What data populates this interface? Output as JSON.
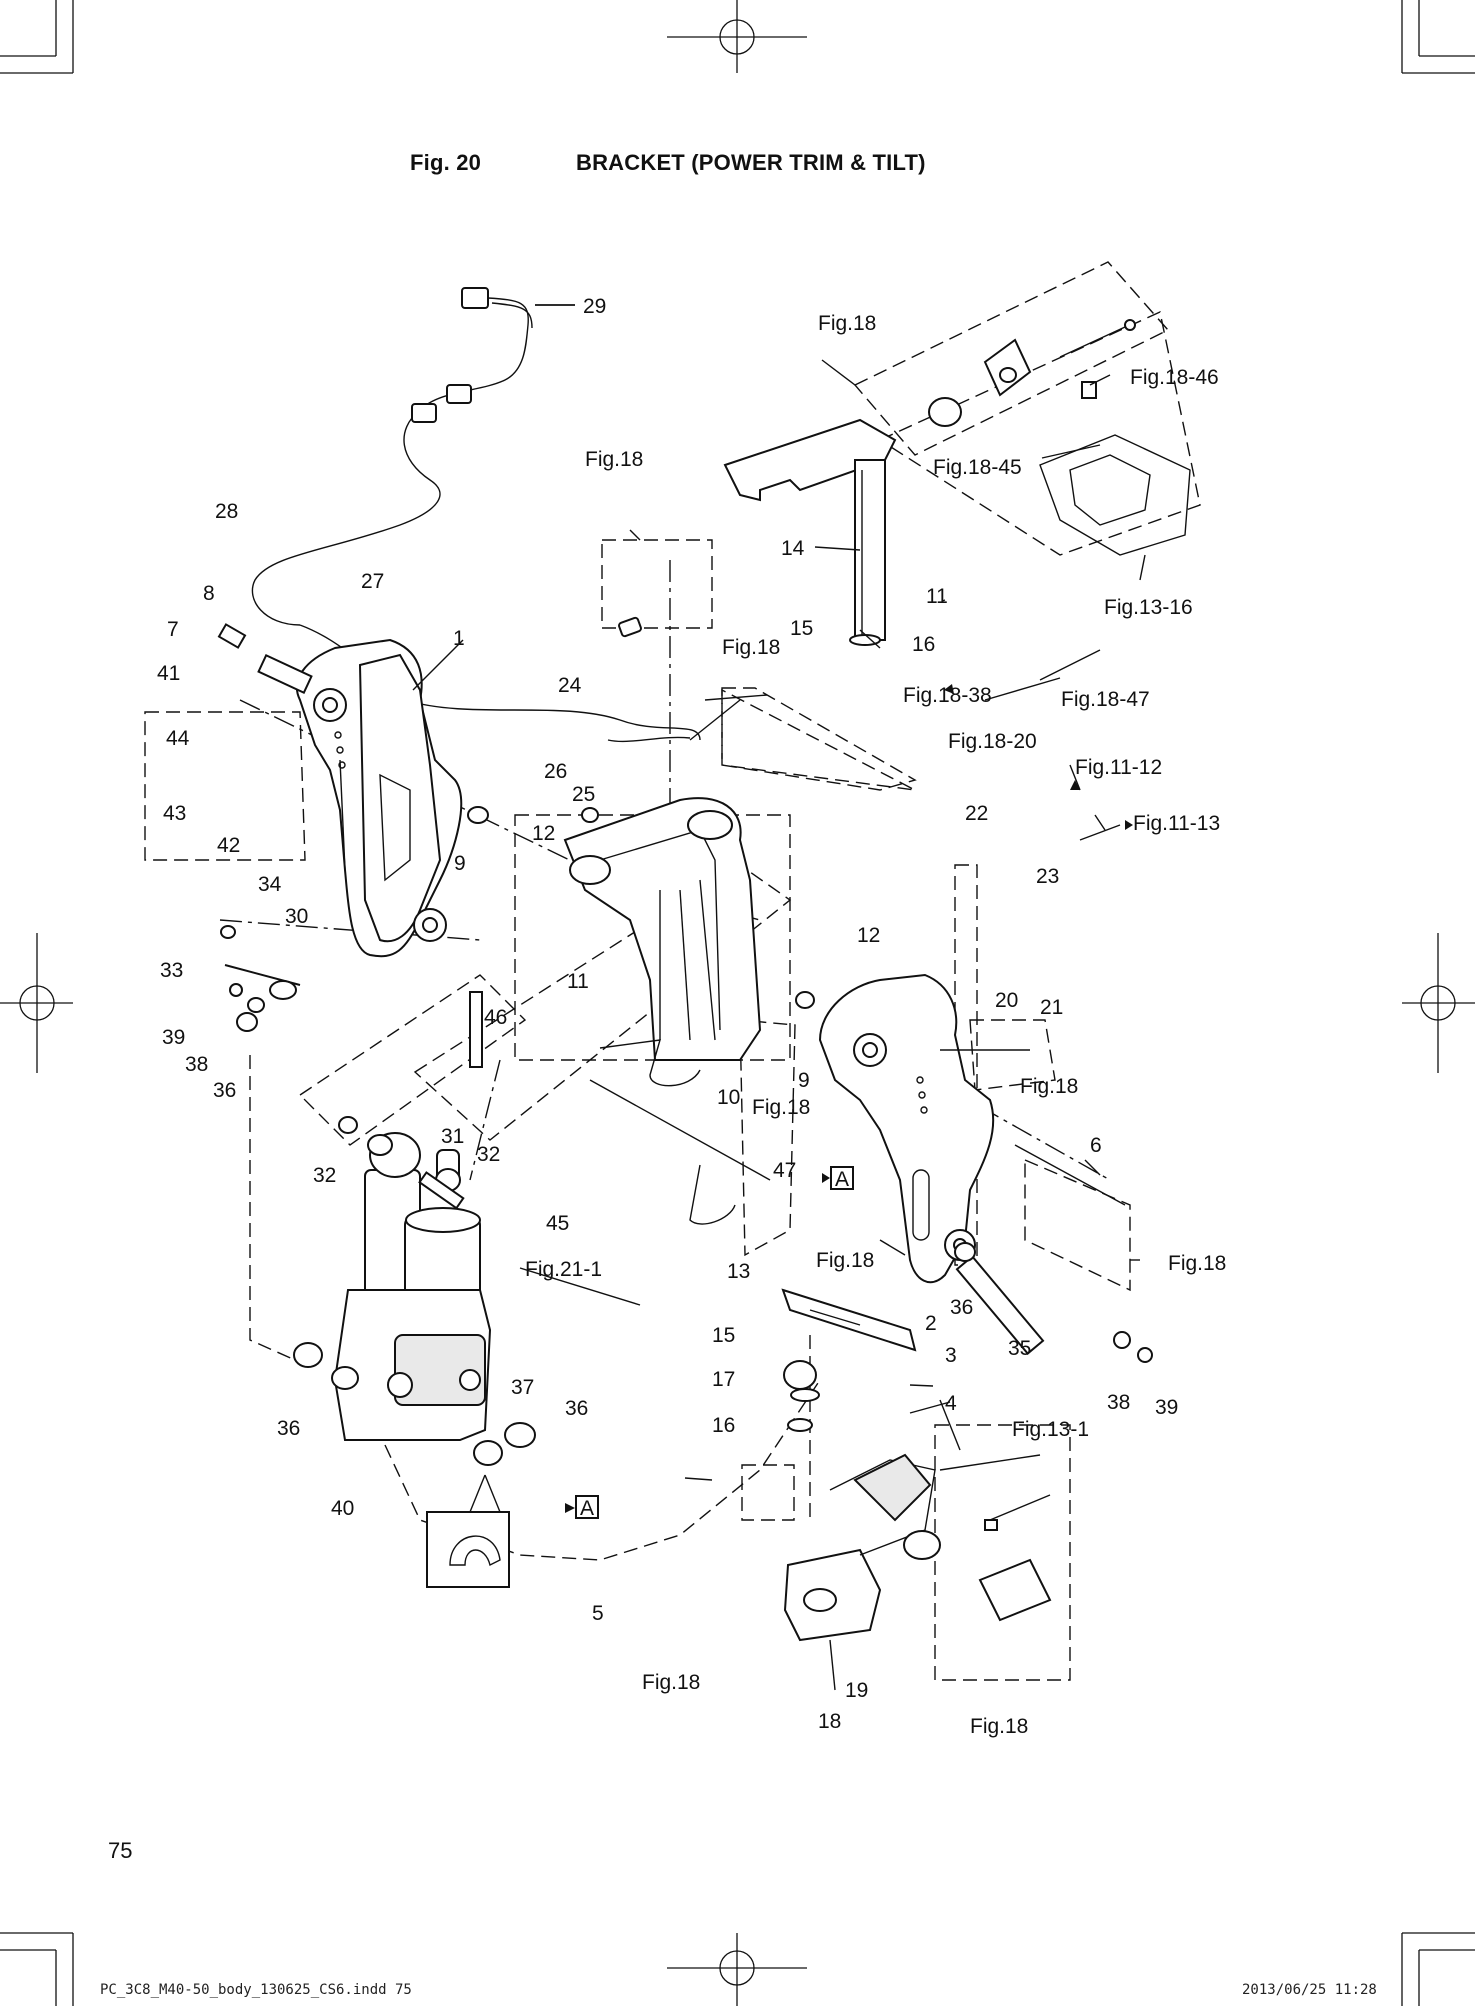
{
  "header": {
    "figure_number": "Fig. 20",
    "figure_title": "BRACKET (POWER TRIM & TILT)"
  },
  "callouts": {
    "c1": "1",
    "c2": "2",
    "c3": "3",
    "c4": "4",
    "c5": "5",
    "c6": "6",
    "c7": "7",
    "c8": "8",
    "c9a": "9",
    "c9b": "9",
    "c10": "10",
    "c11a": "11",
    "c11b": "11",
    "c12a": "12",
    "c12b": "12",
    "c13": "13",
    "c14": "14",
    "c15a": "15",
    "c15b": "15",
    "c16a": "16",
    "c16b": "16",
    "c17": "17",
    "c18": "18",
    "c19": "19",
    "c20": "20",
    "c21": "21",
    "c22": "22",
    "c23": "23",
    "c24": "24",
    "c25": "25",
    "c26": "26",
    "c27": "27",
    "c28": "28",
    "c29": "29",
    "c30": "30",
    "c31": "31",
    "c32a": "32",
    "c32b": "32",
    "c33": "33",
    "c34": "34",
    "c35": "35",
    "c36a": "36",
    "c36b": "36",
    "c36c": "36",
    "c36d": "36",
    "c37": "37",
    "c38a": "38",
    "c38b": "38",
    "c39a": "39",
    "c39b": "39",
    "c40": "40",
    "c41": "41",
    "c42": "42",
    "c43": "43",
    "c44": "44",
    "c45": "45",
    "c46": "46",
    "c47": "47"
  },
  "references": {
    "r_fig18_top": "Fig.18",
    "r_fig18_46": "Fig.18-46",
    "r_fig18_45": "Fig.18-45",
    "r_fig18_left": "Fig.18",
    "r_fig13_16": "Fig.13-16",
    "r_fig18_mid": "Fig.18",
    "r_fig18_38": "Fig.18-38",
    "r_fig18_47": "Fig.18-47",
    "r_fig18_20": "Fig.18-20",
    "r_fig11_12": "Fig.11-12",
    "r_fig11_13": "Fig.11-13",
    "r_fig18_right": "Fig.18",
    "r_fig18_clamp": "Fig.18",
    "r_fig18_lower": "Fig.18",
    "r_fig18_axle": "Fig.18",
    "r_fig21_1": "Fig.21-1",
    "r_fig13_1": "Fig.13-1",
    "r_fig18_bl": "Fig.18",
    "r_fig18_br": "Fig.18",
    "box_a1": "A",
    "box_a2": "A"
  },
  "page_number": "75",
  "footer": {
    "file": "PC_3C8_M40-50_body_130625_CS6.indd   75",
    "date": "2013/06/25   11:28"
  }
}
